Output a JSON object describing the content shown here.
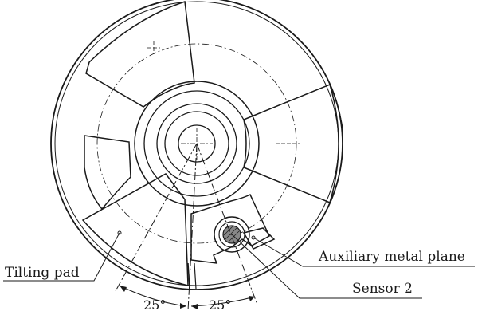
{
  "labels": {
    "tilting_pad": "Tilting pad",
    "auxiliary_metal_plane": "Auxiliary metal plane",
    "sensor_2": "Sensor 2"
  },
  "angles": {
    "left": "25°",
    "right": "25°"
  },
  "colors": {
    "ink": "#1a1a1a",
    "sensor_fill": "#888888",
    "background": "#ffffff"
  }
}
